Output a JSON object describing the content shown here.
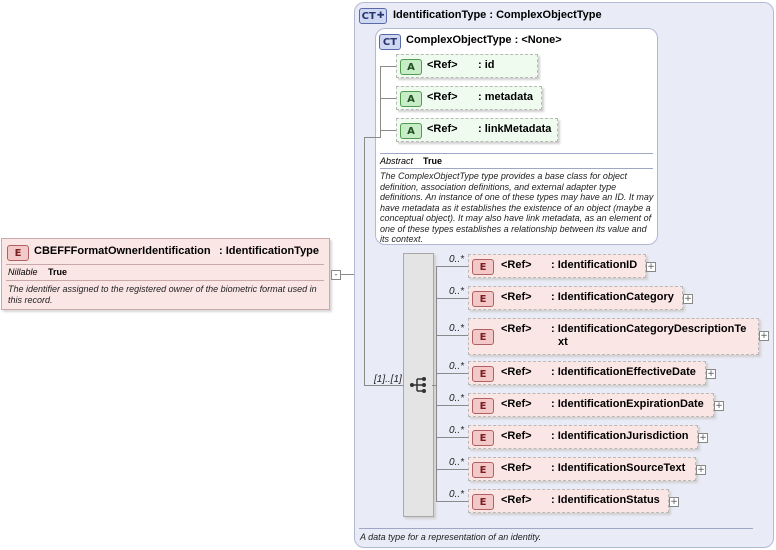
{
  "root": {
    "badge": "E",
    "name": "CBEFFFormatOwnerIdentification",
    "type": ": IdentificationType",
    "prop_label": "Nillable",
    "prop_value": "True",
    "doc": "The identifier assigned to the registered owner of the biometric format used in this record.",
    "collapse": "-"
  },
  "identification_type": {
    "badge": "CT",
    "title": "IdentificationType : ComplexObjectType",
    "doc": "A data type for a representation of an identity."
  },
  "complex_object_type": {
    "badge": "CT",
    "title": "ComplexObjectType : <None>",
    "attributes": [
      {
        "badge": "A",
        "ref": "<Ref>",
        "name": ": id"
      },
      {
        "badge": "A",
        "ref": "<Ref>",
        "name": ": metadata"
      },
      {
        "badge": "A",
        "ref": "<Ref>",
        "name": ": linkMetadata"
      }
    ],
    "prop_label": "Abstract",
    "prop_value": "True",
    "doc": "The ComplexObjectType type provides a base class for object definition, association definitions, and external adapter type definitions. An instance of one of these types may have an ID. It may have metadata as it establishes the existence of an object (maybe a conceptual object). It may also have link metadata, as an element of one of these types establishes a relationship between its value and its context."
  },
  "sequence": {
    "occurrence": "[1]..[1]"
  },
  "elements": [
    {
      "occ": "0..*",
      "badge": "E",
      "ref": "<Ref>",
      "name": ": IdentificationID",
      "expand": "+"
    },
    {
      "occ": "0..*",
      "badge": "E",
      "ref": "<Ref>",
      "name": ": IdentificationCategory",
      "expand": "+"
    },
    {
      "occ": "0..*",
      "badge": "E",
      "ref": "<Ref>",
      "name": ": IdentificationCategoryDescriptionTe",
      "name2": "xt",
      "expand": "+"
    },
    {
      "occ": "0..*",
      "badge": "E",
      "ref": "<Ref>",
      "name": ": IdentificationEffectiveDate",
      "expand": "+"
    },
    {
      "occ": "0..*",
      "badge": "E",
      "ref": "<Ref>",
      "name": ": IdentificationExpirationDate",
      "expand": "+"
    },
    {
      "occ": "0..*",
      "badge": "E",
      "ref": "<Ref>",
      "name": ": IdentificationJurisdiction",
      "expand": "+"
    },
    {
      "occ": "0..*",
      "badge": "E",
      "ref": "<Ref>",
      "name": ": IdentificationSourceText",
      "expand": "+"
    },
    {
      "occ": "0..*",
      "badge": "E",
      "ref": "<Ref>",
      "name": ": IdentificationStatus",
      "expand": "+"
    }
  ]
}
